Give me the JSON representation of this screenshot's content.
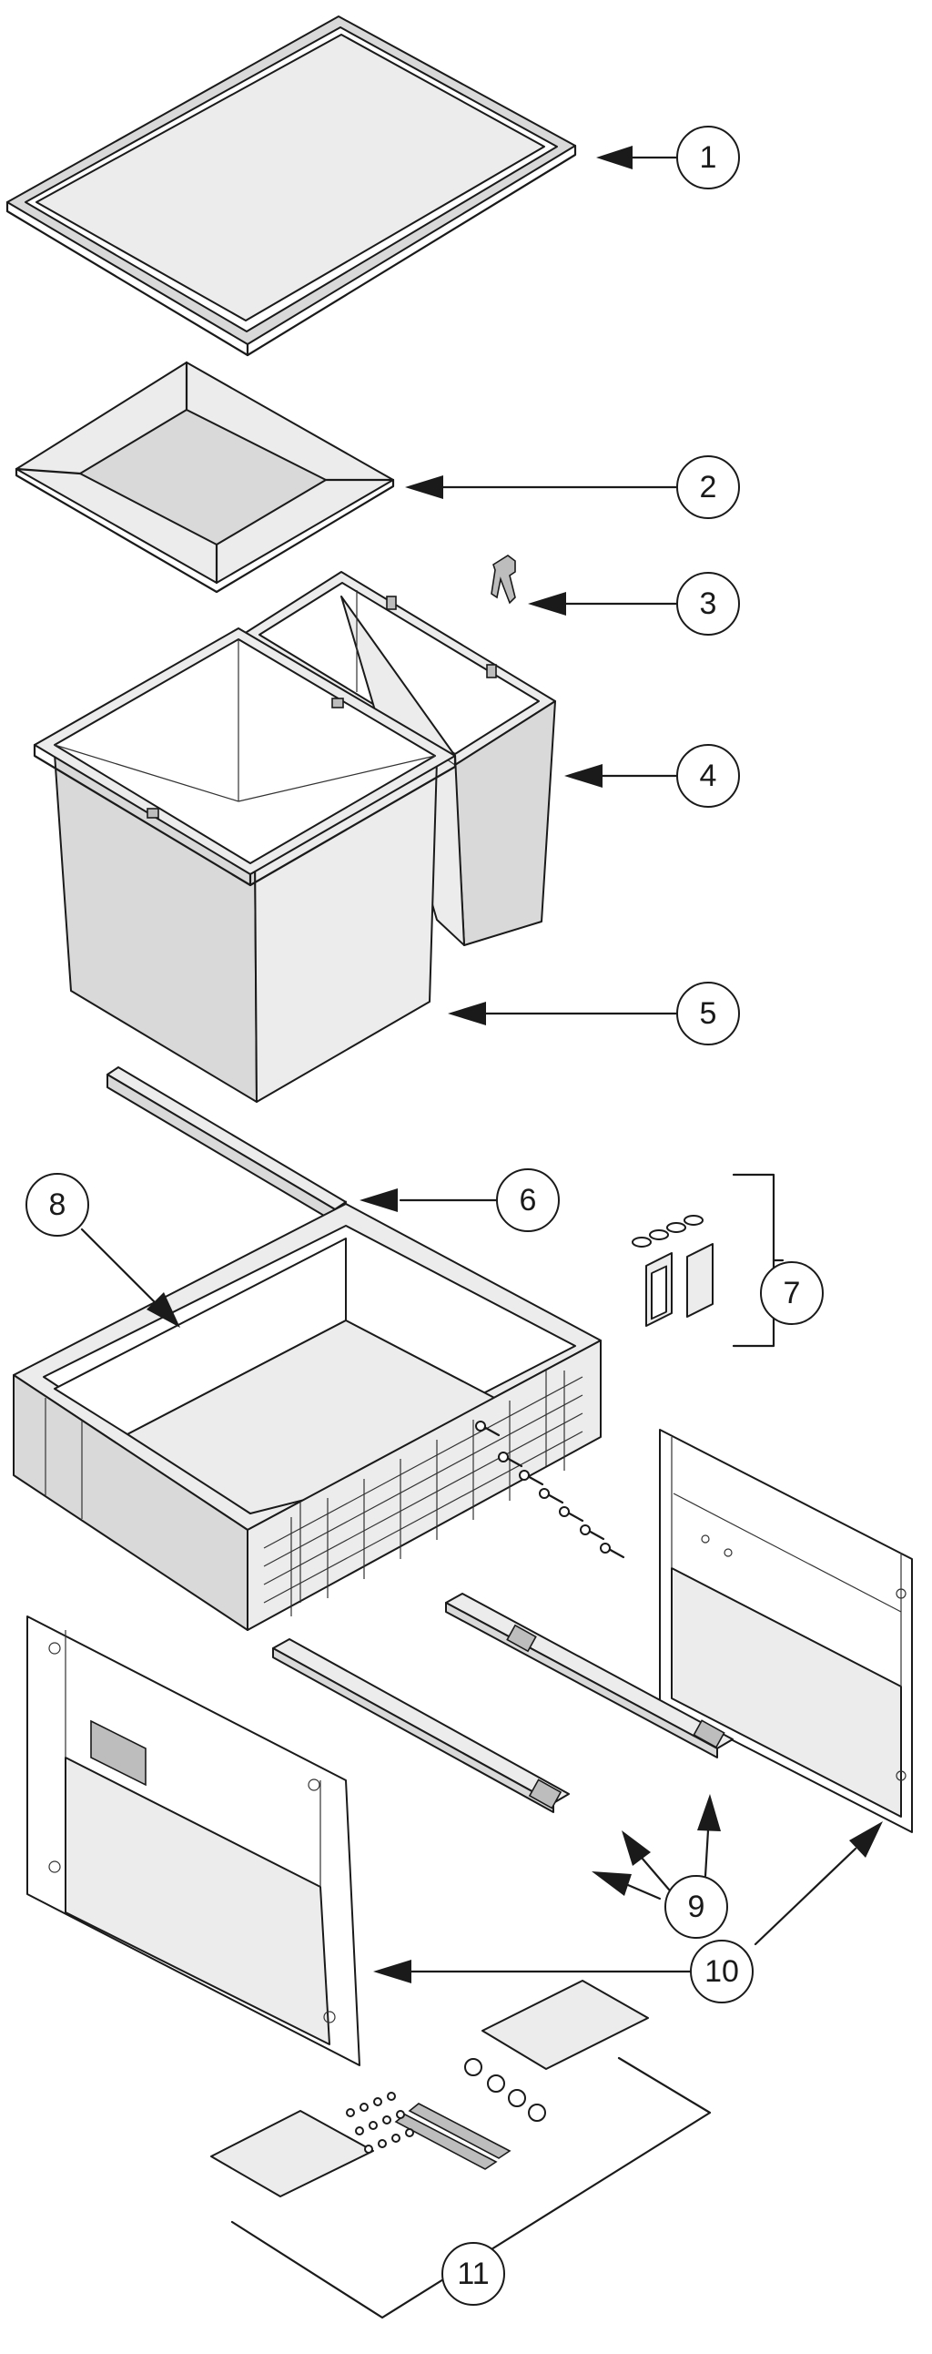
{
  "callouts": [
    {
      "id": "1",
      "label": "1"
    },
    {
      "id": "2",
      "label": "2"
    },
    {
      "id": "3",
      "label": "3"
    },
    {
      "id": "4",
      "label": "4"
    },
    {
      "id": "5",
      "label": "5"
    },
    {
      "id": "6",
      "label": "6"
    },
    {
      "id": "7",
      "label": "7"
    },
    {
      "id": "8",
      "label": "8"
    },
    {
      "id": "9",
      "label": "9"
    },
    {
      "id": "10",
      "label": "10"
    },
    {
      "id": "11",
      "label": "11"
    }
  ],
  "colors": {
    "line": "#1a1a1a",
    "part_fill": "#d9d9d9",
    "light_fill": "#ececec",
    "background": "#ffffff"
  }
}
